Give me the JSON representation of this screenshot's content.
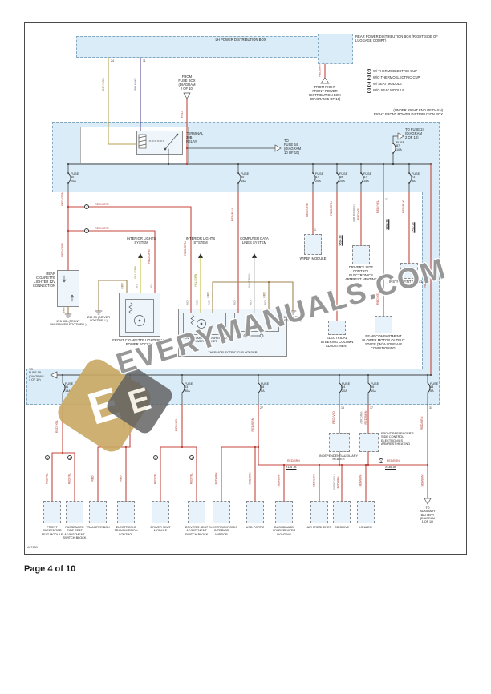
{
  "watermark": {
    "text": "EVERYMANUALS.COM",
    "logo_letter": "E"
  },
  "page": {
    "footer": "Page 4 of 10",
    "code": "A0710B"
  },
  "top": {
    "lh_box": "LH POWER DISTRIBUTION BOX",
    "rear_box": "REAR POWER DISTRIBUTION BOX (RIGHT SIDE OF LUGGAGE COMPT)",
    "legend": [
      {
        "num": "1",
        "label": "W/ THERMOELECTRIC CUP"
      },
      {
        "num": "2",
        "label": "W/O THERMOELECTRIC CUP"
      },
      {
        "num": "3",
        "label": "W/ SEAT MODULE"
      },
      {
        "num": "4",
        "label": "W/O SEAT MODULE"
      }
    ],
    "pin_a": "24",
    "pin_b": "11",
    "wire_gry_yel": "GRY/YEL",
    "wire_blu_vio": "BLU/VIO",
    "wire_red": "RED",
    "wire_red_brn": "RED/BRN",
    "from_fuse_box": "FROM\nFUSE BOX\n(DIAGRAM\n2 OF 10)",
    "from_right_front": "FROM RIGHT\nFRONT POWER\nDISTRIBUTION BOX\n(DIAGRAM 5 OF 10)"
  },
  "bus1": {
    "location": "(UNDER RIGHT END OF DASH)\nRIGHT FRONT POWER DISTRIBUTION BOX",
    "relay": "TERMINAL\n30B\nRELAY",
    "to_fuse64": "TO\nFUSE 64\n(DIAGRAM\n10 OF 10)",
    "to_fuse24": "TO FUSE 24\n(DIAGRAM\n2 OF 10)",
    "fuse87": "FUSE\n87\n10A",
    "fuses": [
      "FUSE\n40\n20A",
      "FUSE\n50\n15A",
      "FUSE\n47\n20A",
      "FUSE\n49\n20A",
      "FUSE\n57\n15A",
      "FUSE\n73\n5A"
    ]
  },
  "mid": {
    "wire_red_grn": "RED/GRN",
    "wire_yel_grn": "YEL/GRN",
    "wire_brn": "BRN",
    "wire_red_blu": "RED/BLU",
    "wire_wht_brn": "WHT/BRN",
    "branch1_num": "1",
    "branch2_num": "2",
    "rear_lighter": "REAR CIGARETTE LIGHTER 12V CONNECTION",
    "ground_fp": "Z15 30B (FRONT PASSENGER FOOTWELL)",
    "ground_dr": "Z10 9B (DRIVER FOOTWELL)",
    "interior_lights": "INTERIOR LIGHTS SYSTEM",
    "computer_data": "COMPUTER DATA LINES SYSTEM",
    "nca": "NCA",
    "socket": "FRONT CIGARETTE LIGHTER 12V POWER SOCKET",
    "cup_holder": "THERMOELECTRIC CUP HOLDER",
    "wiper": {
      "wire": "RED/GRN",
      "pin": "1",
      "label": "WIPER MODULE"
    },
    "steering": {
      "wire": "RED/GRN",
      "conn": "X636 2B",
      "label": "ELECTRICAL STEERING COLUMN ADJUSTMENT"
    },
    "armrest": {
      "wire_alt": "(OR RED/BLK)",
      "wire": "RED/YEL",
      "label": "DRIVER'S SIDE CONTROL ELECTRONICS ARMREST HEATING"
    },
    "blower": {
      "wire": "RED/YEL",
      "pin": "17",
      "conn": "X490 3B",
      "label": "REAR COMPARTMENT BLOWER MOTOR OUTPUT STAGE (W/ 4-ZONE AIR CONDITIONING)"
    },
    "instrument": {
      "wire": "RED/BLK",
      "conn": "X436 1B",
      "label": "INSTRUMENT PANEL"
    },
    "strip_wire": "RED/BRN"
  },
  "bus2": {
    "to_fuse59": "TO\nFUSE 59\n(DIAGRAM\n4 OF 10)",
    "fuses": [
      "FUSE\n51\n15A",
      "FUSE\n52\n30A",
      "FUSE\n53\n30A",
      "FUSE\n58\n5A",
      "FUSE\n54\n20A",
      "FUSE\n56\n10A",
      "FUSE\n63\n5A"
    ],
    "pins": {
      "p27": "27",
      "p18": "18",
      "p17": "17",
      "p31": "31"
    }
  },
  "low": {
    "heater1": {
      "wire": "RED/VIO",
      "label": "INDEPENDENT/AUXILIARY HEATER"
    },
    "heater2": {
      "wire_alt": "(OR GRN)",
      "wire": "RED/BRN",
      "label": "FRONT PASSENGER'S SIDE CONTROL ELECTRONICS ARMREST HEATING"
    },
    "bus": {
      "wire_left": "RED/BRN",
      "conn_left": "X136 1B",
      "circle": "3",
      "wire_right": "RED/BRN",
      "conn_right": "X436 1B"
    },
    "aux": {
      "wire": "RED/BRN",
      "label": "TO\nAUXILIARY\nBATTERY\n(DIAGRAM\n1 OF 10)"
    },
    "components": [
      {
        "wire": "RED/YEL",
        "circ": "3",
        "label": "FRONT PASSENGER SEAT MODULE"
      },
      {
        "wire": "RED/YEL",
        "circ": "4",
        "label": "PASSENGER SIDE SEAT ADJUSTMENT SWITCH BLOCK"
      },
      {
        "wire": "RED",
        "label": "TRANSFER BOX"
      },
      {
        "wire": "RED",
        "label": "ELECTRONIC TRANSMISSION CONTROL"
      },
      {
        "wire": "RED/YEL",
        "circ": "3",
        "label": "DRIVER SEAT MODULE"
      },
      {
        "wire": "RED/YEL",
        "circ": "4",
        "label": "DRIVER'S SEAT ADJUSTMENT SWITCH BLOCK"
      },
      {
        "wire": "RED/BRN",
        "label": "ELECTROCHROMIC INTERIOR MIRROR"
      },
      {
        "wire": "RED/BRN",
        "label": "USB PORT 2"
      },
      {
        "wire": "RED/BRN",
        "label": "DASHBOARD LOUDSPEAKER LIGHTING"
      },
      {
        "wire": "RED/GRN",
        "label": "AIR FRESHENER"
      },
      {
        "wire_alt": "(OR RED/YEL)",
        "wire": "RED/BRN",
        "label": "CD DRIVE"
      },
      {
        "wire": "RED/BRN",
        "label": "IONIZER"
      }
    ]
  }
}
